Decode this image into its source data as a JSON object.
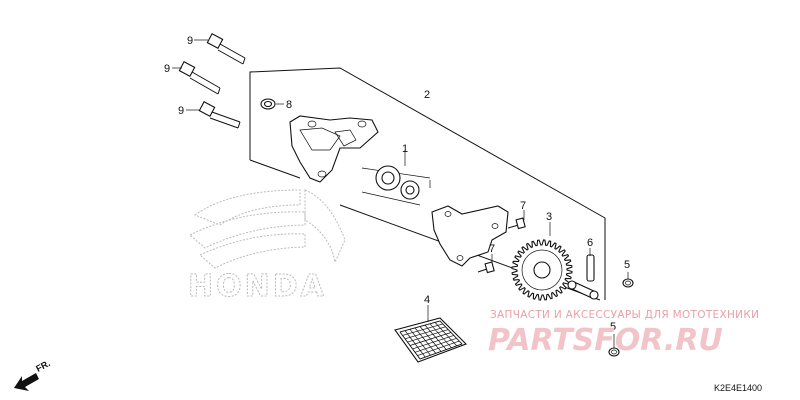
{
  "callouts": {
    "c1": "1",
    "c2": "2",
    "c3": "3",
    "c4": "4",
    "c5a": "5",
    "c5b": "5",
    "c6": "6",
    "c7a": "7",
    "c7b": "7",
    "c8": "8",
    "c9a": "9",
    "c9b": "9",
    "c9c": "9"
  },
  "direction_label": "FR.",
  "diagram_code": "K2E4E1400",
  "watermark": {
    "tagline": "ЗАПЧАСТИ И АКСЕССУАРЫ ДЛЯ МОТОТЕХНИКИ",
    "brand": "PARTSFOR.RU"
  },
  "logo_text": "HONDA",
  "colors": {
    "watermark_red": "#e8a0a8",
    "line": "#111111"
  }
}
